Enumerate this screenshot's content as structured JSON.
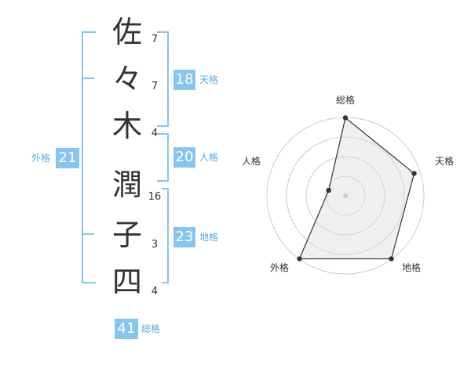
{
  "name": {
    "chars": [
      {
        "char": "佐",
        "strokes": "7"
      },
      {
        "char": "々",
        "strokes": "7"
      },
      {
        "char": "木",
        "strokes": "4"
      },
      {
        "char": "潤",
        "strokes": "16"
      },
      {
        "char": "子",
        "strokes": "3"
      },
      {
        "char": "四",
        "strokes": "4"
      }
    ]
  },
  "fortunes": {
    "tenkaku": {
      "label": "天格",
      "value": "18"
    },
    "jinkaku": {
      "label": "人格",
      "value": "20"
    },
    "chikaku": {
      "label": "地格",
      "value": "23"
    },
    "gaikaku": {
      "label": "外格",
      "value": "21"
    },
    "soukaku": {
      "label": "総格",
      "value": "41"
    }
  },
  "radar": {
    "axes": [
      "総格",
      "天格",
      "地格",
      "外格",
      "人格"
    ],
    "levels": 4,
    "values": [
      4,
      3.7,
      4,
      4,
      0.9
    ],
    "max": 4.5
  },
  "colors": {
    "accent": "#86c5f0",
    "accent_text": "#5aa9e0",
    "fill": "#eeeeee",
    "line": "#333333"
  }
}
